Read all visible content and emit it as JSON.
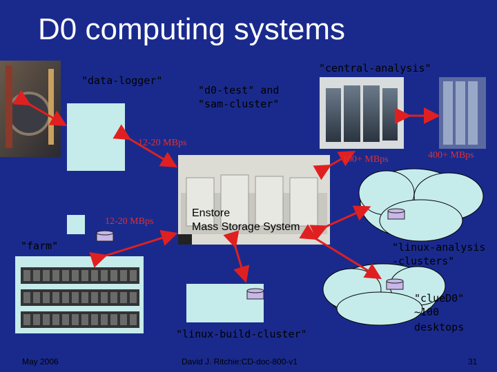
{
  "slide": {
    "title": "D0 computing systems",
    "data_logger": "\"data-logger\"",
    "d0_test": "\"d0-test\" and",
    "sam_cluster": "\"sam-cluster\"",
    "central_analysis": "\"central-analysis\"",
    "rate_12_20_top": "12-20 MBps",
    "rate_100": "100+ MBps",
    "rate_400": "400+ MBps",
    "rate_12_20_mid": "12-20 MBps",
    "enstore_line1": "Enstore",
    "enstore_line2": "Mass Storage System",
    "farm": "\"farm\"",
    "linux_analysis_1": "\"linux-analysis",
    "linux_analysis_2": "-clusters\"",
    "clued0_1": "\"clueD0\"",
    "clued0_2": "~100",
    "clued0_3": "desktops",
    "linux_build": "\"linux-build-cluster\""
  },
  "footer": {
    "date": "May 2006",
    "author": "David J. Ritchie:CD-doc-800-v1",
    "page": "31"
  },
  "colors": {
    "background": "#1a2a8c",
    "arrow": "#e02020",
    "box": "#c6ebeb",
    "cloud": "#c6ebeb"
  }
}
